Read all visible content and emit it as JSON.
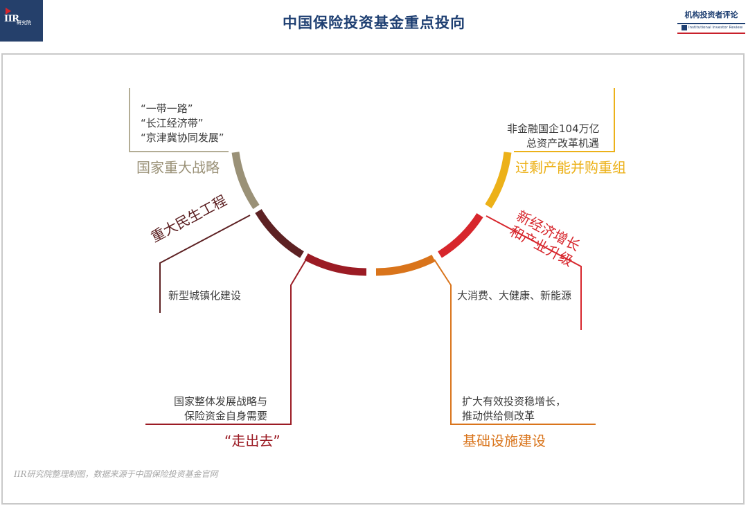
{
  "header": {
    "logo_text": "IIR",
    "logo_sub": "研究院",
    "title": "中国保险投资基金重点投向",
    "brand_cn": "机构投资者评论",
    "brand_en": "Institutional Investor Review"
  },
  "nodes": [
    {
      "id": "national-strategy",
      "category": "国家重大战略",
      "details": [
        "“一带一路”",
        "“长江经济带”",
        "“京津冀协同发展”"
      ],
      "color": "#9a9177"
    },
    {
      "id": "livelihood",
      "category": "重大民生工程",
      "details": [
        "新型城镇化建设"
      ],
      "color": "#5d2123"
    },
    {
      "id": "go-global",
      "category": "“走出去”",
      "details": [
        "国家整体发展战略与",
        "保险资金自身需要"
      ],
      "color": "#9b1b24"
    },
    {
      "id": "infrastructure",
      "category": "基础设施建设",
      "details": [
        "扩大有效投资稳增长，",
        "推动供给侧改革"
      ],
      "color": "#d9741b"
    },
    {
      "id": "new-economy",
      "category": "新经济增长和产业升级",
      "category_lines": [
        "新经济增长",
        "和产业升级"
      ],
      "details": [
        "大消费、大健康、新能源"
      ],
      "color": "#d7262c"
    },
    {
      "id": "restructuring",
      "category": "过剩产能并购重组",
      "details": [
        "非金融国企104万亿",
        "总资产改革机遇"
      ],
      "color": "#ecb119"
    }
  ],
  "caption": "IIR研究院整理制图，数据来源于中国保险投资基金官网"
}
